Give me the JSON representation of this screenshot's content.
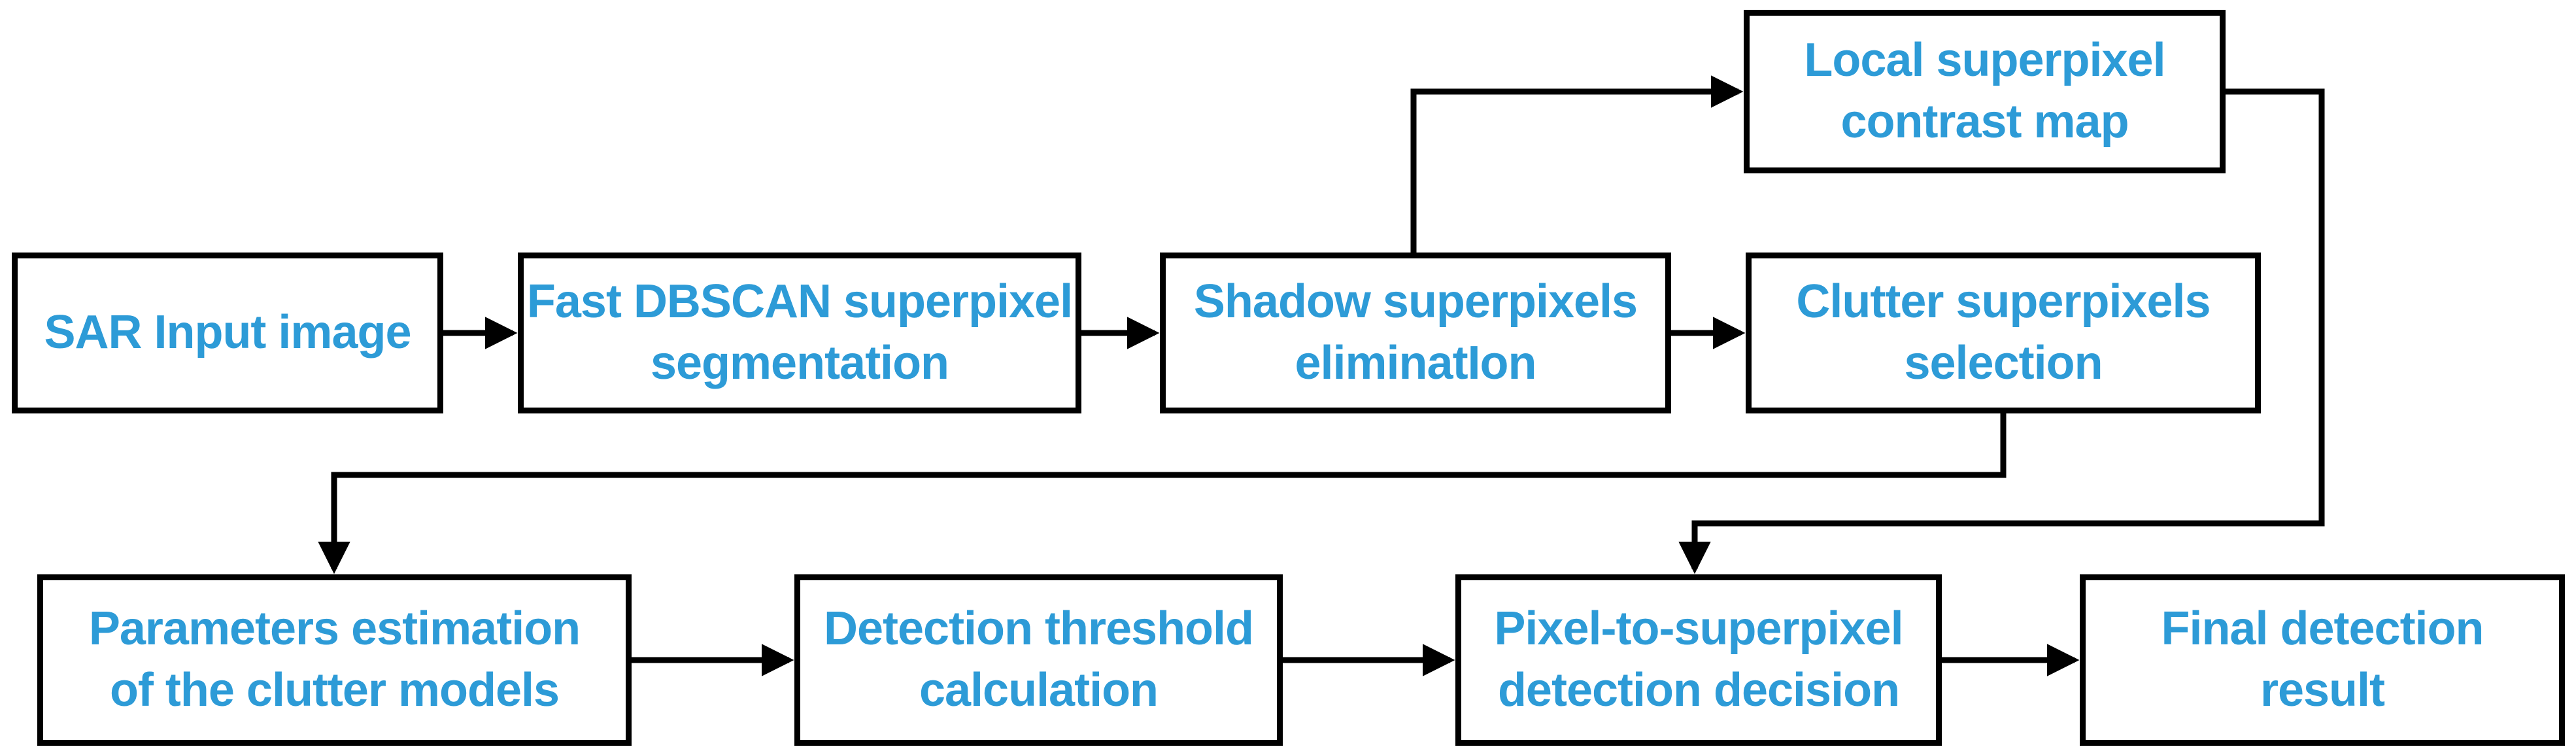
{
  "page": {
    "background": "#ffffff",
    "description": "Flowchart of a SAR image target detection processing pipeline"
  },
  "colors": {
    "node_text": "#2d9bd7",
    "node_border": "#000000",
    "node_fill": "#ffffff",
    "connector": "#000000"
  },
  "flowchart": {
    "type": "flow-diagram",
    "nodes": [
      {
        "id": "sar-input-image",
        "label": "SAR Input image",
        "lines": [
          "SAR Input image"
        ]
      },
      {
        "id": "fast-dbscan-superpixel-segmentation",
        "label": "Fast DBSCAN superpixel segmentation",
        "lines": [
          "Fast DBSCAN superpixel",
          "segmentation"
        ]
      },
      {
        "id": "shadow-superpixels-elimination",
        "label": "Shadow superpixels eliminatIon",
        "lines": [
          "Shadow superpixels",
          "eliminatIon"
        ]
      },
      {
        "id": "clutter-superpixels-selection",
        "label": "Clutter superpixels selection",
        "lines": [
          "Clutter superpixels",
          "selection"
        ]
      },
      {
        "id": "local-superpixel-contrast-map",
        "label": "Local superpixel contrast map",
        "lines": [
          "Local superpixel",
          "contrast map"
        ]
      },
      {
        "id": "parameters-estimation-of-the-clutter-models",
        "label": "Parameters estimation of the clutter models",
        "lines": [
          "Parameters estimation",
          "of the clutter models"
        ]
      },
      {
        "id": "detection-threshold-calculation",
        "label": "Detection threshold calculation",
        "lines": [
          "Detection threshold",
          "calculation"
        ]
      },
      {
        "id": "pixel-to-superpixel-detection-decision",
        "label": "Pixel-to-superpixel detection decision",
        "lines": [
          "Pixel-to-superpixel",
          "detection decision"
        ]
      },
      {
        "id": "final-detection-result",
        "label": "Final detection result",
        "lines": [
          "Final detection",
          "result"
        ]
      }
    ],
    "edges": [
      {
        "from": "sar-input-image",
        "to": "fast-dbscan-superpixel-segmentation"
      },
      {
        "from": "fast-dbscan-superpixel-segmentation",
        "to": "shadow-superpixels-elimination"
      },
      {
        "from": "shadow-superpixels-elimination",
        "to": "clutter-superpixels-selection"
      },
      {
        "from": "shadow-superpixels-elimination",
        "to": "local-superpixel-contrast-map"
      },
      {
        "from": "local-superpixel-contrast-map",
        "to": "pixel-to-superpixel-detection-decision"
      },
      {
        "from": "clutter-superpixels-selection",
        "to": "parameters-estimation-of-the-clutter-models"
      },
      {
        "from": "parameters-estimation-of-the-clutter-models",
        "to": "detection-threshold-calculation"
      },
      {
        "from": "detection-threshold-calculation",
        "to": "pixel-to-superpixel-detection-decision"
      },
      {
        "from": "pixel-to-superpixel-detection-decision",
        "to": "final-detection-result"
      }
    ]
  }
}
